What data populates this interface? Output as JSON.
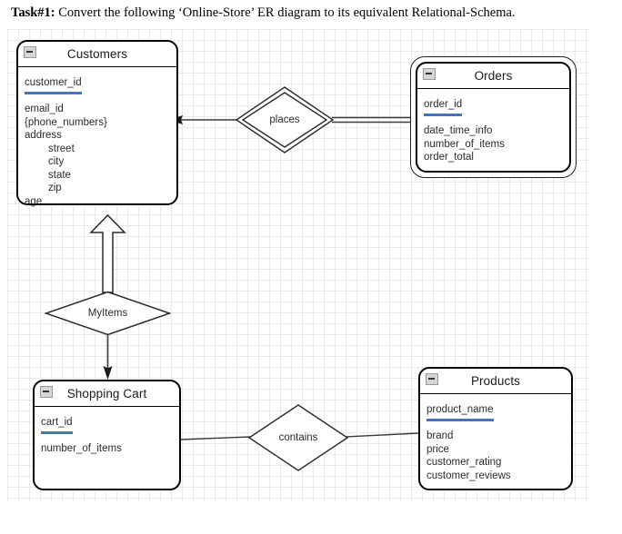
{
  "title": {
    "label": "Task#1:",
    "text": " Convert the following ‘Online-Store’ ER diagram to its equivalent Relational-Schema."
  },
  "colors": {
    "primary_key_underline": "#4472c4",
    "entity_border": "#000000",
    "grid_minor": "#e9e9e9",
    "grid_major": "#d2d2d2",
    "text": "#2b2b2b"
  },
  "diagram": {
    "type": "er-diagram",
    "entities": [
      {
        "id": "customers",
        "name": "Customers",
        "weak": false,
        "collapse_icon": "minus-box-icon",
        "attributes": [
          {
            "name": "customer_id",
            "kind": "primary-key"
          },
          {
            "name": "email_id",
            "kind": "simple"
          },
          {
            "name": "{phone_numbers}",
            "kind": "multivalued"
          },
          {
            "name": "address",
            "kind": "composite"
          },
          {
            "name": "street",
            "kind": "component"
          },
          {
            "name": "city",
            "kind": "component"
          },
          {
            "name": "state",
            "kind": "component"
          },
          {
            "name": "zip",
            "kind": "component"
          },
          {
            "name": "age",
            "kind": "simple"
          }
        ]
      },
      {
        "id": "orders",
        "name": "Orders",
        "weak": true,
        "collapse_icon": "minus-box-icon",
        "attributes": [
          {
            "name": "order_id",
            "kind": "primary-key"
          },
          {
            "name": "date_time_info",
            "kind": "simple"
          },
          {
            "name": "number_of_items",
            "kind": "simple"
          },
          {
            "name": "order_total",
            "kind": "simple"
          }
        ]
      },
      {
        "id": "shopping-cart",
        "name": "Shopping Cart",
        "weak": false,
        "collapse_icon": "minus-box-icon",
        "attributes": [
          {
            "name": "cart_id",
            "kind": "primary-key"
          },
          {
            "name": "number_of_items",
            "kind": "simple"
          }
        ]
      },
      {
        "id": "products",
        "name": "Products",
        "weak": false,
        "collapse_icon": "minus-box-icon",
        "attributes": [
          {
            "name": "product_name",
            "kind": "primary-key"
          },
          {
            "name": "brand",
            "kind": "simple"
          },
          {
            "name": "price",
            "kind": "simple"
          },
          {
            "name": "customer_rating",
            "kind": "simple"
          },
          {
            "name": "customer_reviews",
            "kind": "simple"
          }
        ]
      }
    ],
    "relationships": [
      {
        "id": "places",
        "name": "places",
        "identifying": true,
        "from": "customers",
        "to": "orders",
        "from_end": "arrow",
        "to_end": "double-line"
      },
      {
        "id": "myitems",
        "name": "MyItems",
        "identifying": false,
        "from": "customers",
        "to": "shopping-cart",
        "from_end": "hollow-block-arrow",
        "to_end": "arrow"
      },
      {
        "id": "contains",
        "name": "contains",
        "identifying": false,
        "from": "shopping-cart",
        "to": "products",
        "from_end": "plain",
        "to_end": "plain"
      }
    ]
  }
}
